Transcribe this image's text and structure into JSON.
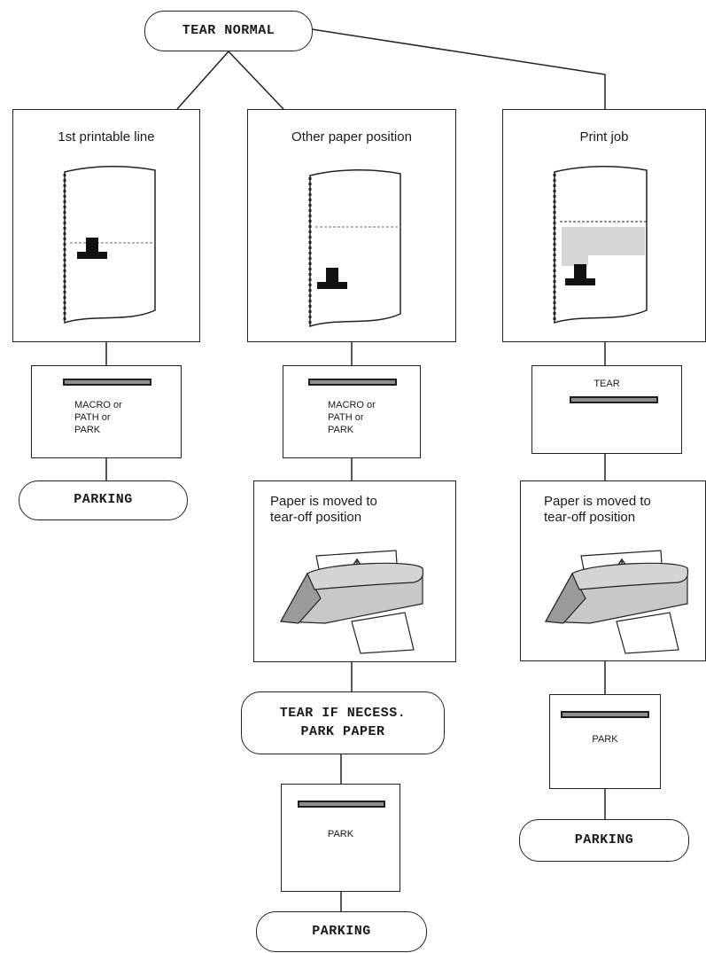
{
  "start": "TEAR NORMAL",
  "columns": [
    {
      "header": "1st printable line",
      "panel": [
        "MACRO or",
        "PATH or",
        "PARK"
      ],
      "end": "PARKING"
    },
    {
      "header": "Other paper position",
      "panel": [
        "MACRO or",
        "PATH or",
        "PARK"
      ],
      "moved": [
        "Paper is moved to",
        "tear-off position"
      ],
      "prompt": "TEAR IF NECESS.\nPARK PAPER",
      "panel2": "PARK",
      "end": "PARKING"
    },
    {
      "header": "Print job",
      "panel_top": "TEAR",
      "moved": [
        "Paper is moved to",
        "tear-off position"
      ],
      "panel2": "PARK",
      "end": "PARKING"
    }
  ]
}
